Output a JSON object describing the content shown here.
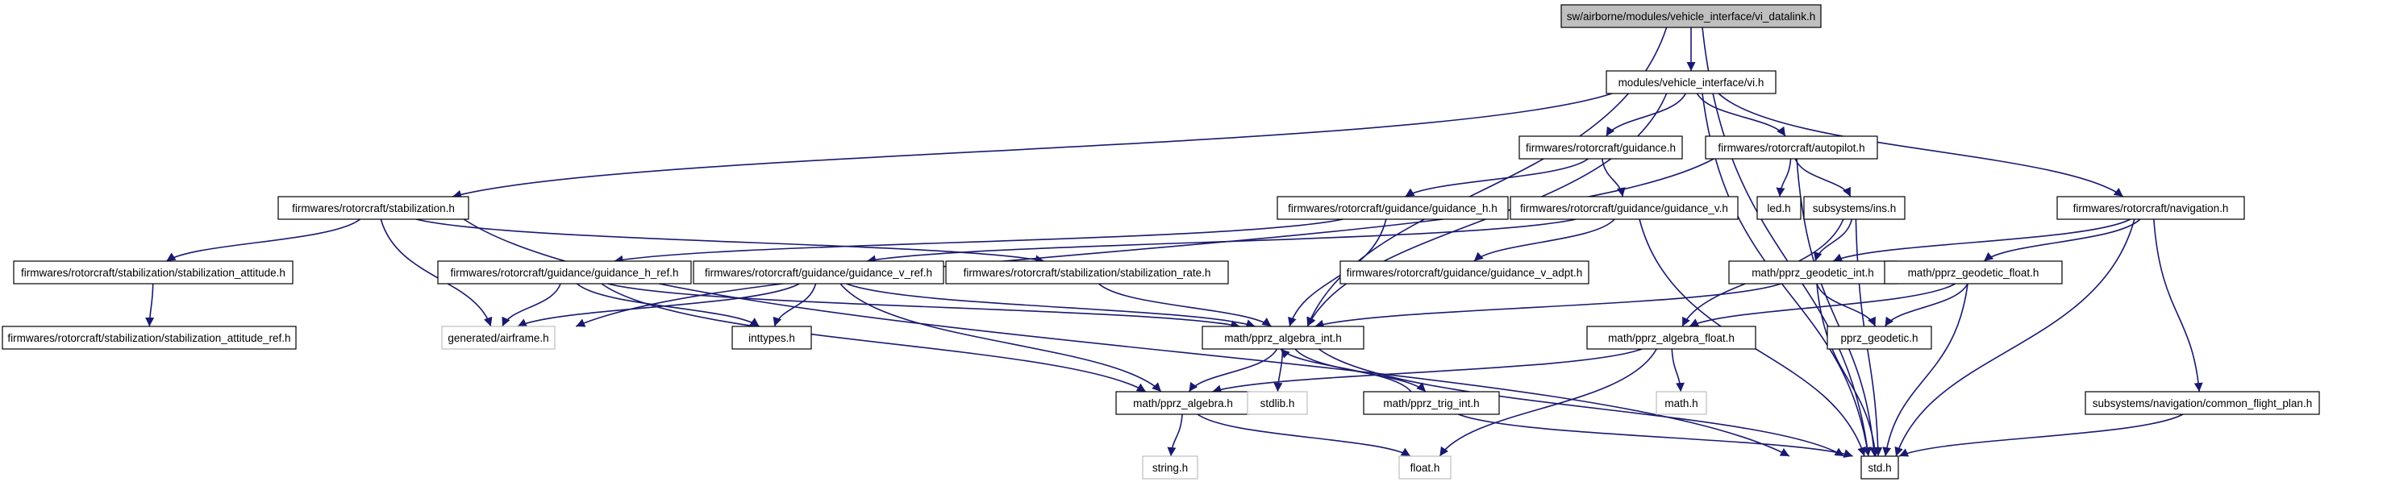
{
  "colors": {
    "edge": "#191970",
    "box_border": "#000000",
    "missing_border": "#bfbfbf",
    "root_fill": "#bfbfbf",
    "node_fill": "#ffffff",
    "text": "#000000"
  },
  "nodes": [
    {
      "id": "root",
      "label": "sw/airborne/modules/vehicle_interface/vi_datalink.h",
      "style": "root"
    },
    {
      "id": "vi",
      "label": "modules/vehicle_interface/vi.h",
      "style": "normal"
    },
    {
      "id": "guidance",
      "label": "firmwares/rotorcraft/guidance.h",
      "style": "normal"
    },
    {
      "id": "autopilot",
      "label": "firmwares/rotorcraft/autopilot.h",
      "style": "normal"
    },
    {
      "id": "stabilization",
      "label": "firmwares/rotorcraft/stabilization.h",
      "style": "normal"
    },
    {
      "id": "guid_h",
      "label": "firmwares/rotorcraft/guidance/guidance_h.h",
      "style": "normal"
    },
    {
      "id": "guid_v",
      "label": "firmwares/rotorcraft/guidance/guidance_v.h",
      "style": "normal"
    },
    {
      "id": "led",
      "label": "led.h",
      "style": "normal"
    },
    {
      "id": "ins",
      "label": "subsystems/ins.h",
      "style": "normal"
    },
    {
      "id": "navigation",
      "label": "firmwares/rotorcraft/navigation.h",
      "style": "normal"
    },
    {
      "id": "stab_att",
      "label": "firmwares/rotorcraft/stabilization/stabilization_attitude.h",
      "style": "normal"
    },
    {
      "id": "guid_h_ref",
      "label": "firmwares/rotorcraft/guidance/guidance_h_ref.h",
      "style": "normal"
    },
    {
      "id": "guid_v_ref",
      "label": "firmwares/rotorcraft/guidance/guidance_v_ref.h",
      "style": "normal"
    },
    {
      "id": "stab_rate",
      "label": "firmwares/rotorcraft/stabilization/stabilization_rate.h",
      "style": "normal"
    },
    {
      "id": "guid_v_adpt",
      "label": "firmwares/rotorcraft/guidance/guidance_v_adpt.h",
      "style": "normal"
    },
    {
      "id": "geo_int",
      "label": "math/pprz_geodetic_int.h",
      "style": "normal"
    },
    {
      "id": "geo_float",
      "label": "math/pprz_geodetic_float.h",
      "style": "normal"
    },
    {
      "id": "stab_att_ref",
      "label": "firmwares/rotorcraft/stabilization/stabilization_attitude_ref.h",
      "style": "normal"
    },
    {
      "id": "airframe",
      "label": "generated/airframe.h",
      "style": "missing"
    },
    {
      "id": "inttypes",
      "label": "inttypes.h",
      "style": "normal"
    },
    {
      "id": "alg_int",
      "label": "math/pprz_algebra_int.h",
      "style": "normal"
    },
    {
      "id": "alg_float",
      "label": "math/pprz_algebra_float.h",
      "style": "normal"
    },
    {
      "id": "geodetic",
      "label": "pprz_geodetic.h",
      "style": "normal"
    },
    {
      "id": "algebra",
      "label": "math/pprz_algebra.h",
      "style": "normal"
    },
    {
      "id": "stdlib",
      "label": "stdlib.h",
      "style": "missing"
    },
    {
      "id": "trig_int",
      "label": "math/pprz_trig_int.h",
      "style": "normal"
    },
    {
      "id": "math",
      "label": "math.h",
      "style": "missing"
    },
    {
      "id": "cfp",
      "label": "subsystems/navigation/common_flight_plan.h",
      "style": "normal"
    },
    {
      "id": "string",
      "label": "string.h",
      "style": "missing"
    },
    {
      "id": "float",
      "label": "float.h",
      "style": "missing"
    },
    {
      "id": "std",
      "label": "std.h",
      "style": "normal"
    }
  ],
  "edges": [
    [
      "root",
      "vi"
    ],
    [
      "root",
      "alg_int"
    ],
    [
      "root",
      "std"
    ],
    [
      "vi",
      "guidance"
    ],
    [
      "vi",
      "autopilot"
    ],
    [
      "vi",
      "stabilization"
    ],
    [
      "vi",
      "navigation"
    ],
    [
      "vi",
      "alg_int"
    ],
    [
      "vi",
      "std"
    ],
    [
      "guidance",
      "guid_h"
    ],
    [
      "guidance",
      "guid_v"
    ],
    [
      "autopilot",
      "led"
    ],
    [
      "autopilot",
      "ins"
    ],
    [
      "autopilot",
      "airframe"
    ],
    [
      "autopilot",
      "std"
    ],
    [
      "stabilization",
      "stab_att"
    ],
    [
      "stabilization",
      "stab_rate"
    ],
    [
      "stabilization",
      "airframe"
    ],
    [
      "stabilization",
      "std"
    ],
    [
      "stab_att",
      "stab_att_ref"
    ],
    [
      "guid_h",
      "guid_h_ref"
    ],
    [
      "guid_h",
      "alg_int"
    ],
    [
      "guid_v",
      "guid_v_ref"
    ],
    [
      "guid_v",
      "guid_v_adpt"
    ],
    [
      "guid_v",
      "std"
    ],
    [
      "guid_h_ref",
      "airframe"
    ],
    [
      "guid_h_ref",
      "inttypes"
    ],
    [
      "guid_h_ref",
      "alg_int"
    ],
    [
      "guid_h_ref",
      "algebra"
    ],
    [
      "guid_v_ref",
      "airframe"
    ],
    [
      "guid_v_ref",
      "inttypes"
    ],
    [
      "guid_v_ref",
      "alg_int"
    ],
    [
      "guid_v_ref",
      "algebra"
    ],
    [
      "stab_rate",
      "alg_int"
    ],
    [
      "ins",
      "geo_int"
    ],
    [
      "ins",
      "alg_float"
    ],
    [
      "ins",
      "std"
    ],
    [
      "navigation",
      "geo_int"
    ],
    [
      "navigation",
      "geo_float"
    ],
    [
      "navigation",
      "cfp"
    ],
    [
      "navigation",
      "std"
    ],
    [
      "geo_int",
      "alg_int"
    ],
    [
      "geo_int",
      "geodetic"
    ],
    [
      "geo_int",
      "std"
    ],
    [
      "geo_float",
      "alg_float"
    ],
    [
      "geo_float",
      "geodetic"
    ],
    [
      "geo_float",
      "std"
    ],
    [
      "alg_int",
      "algebra"
    ],
    [
      "alg_int",
      "stdlib"
    ],
    [
      "alg_int",
      "trig_int"
    ],
    [
      "alg_int",
      "std"
    ],
    [
      "trig_int",
      "alg_int"
    ],
    [
      "trig_int",
      "std"
    ],
    [
      "alg_float",
      "algebra"
    ],
    [
      "alg_float",
      "math"
    ],
    [
      "alg_float",
      "float"
    ],
    [
      "algebra",
      "string"
    ],
    [
      "algebra",
      "float"
    ],
    [
      "cfp",
      "std"
    ]
  ]
}
